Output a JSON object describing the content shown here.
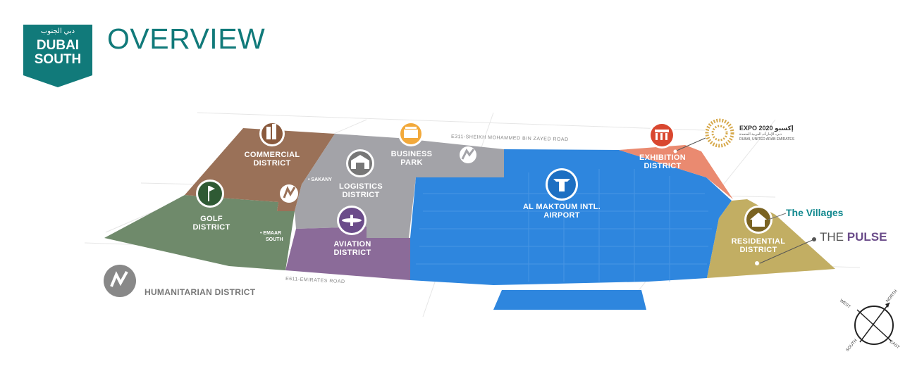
{
  "header": {
    "logo_arabic": "دبي الجنوب",
    "logo_line1": "DUBAI",
    "logo_line2": "SOUTH",
    "title": "OVERVIEW"
  },
  "colors": {
    "brand_teal": "#117a7a",
    "commercial": "#9a7158",
    "golf": "#6f8a6b",
    "logistics": "#a3a3a8",
    "aviation": "#8b6b99",
    "airport": "#2e86de",
    "exhibition": "#ea8a70",
    "residential": "#c2ae63",
    "humanitarian_icon": "#888888"
  },
  "districts": {
    "commercial": "COMMERCIAL DISTRICT",
    "business_park": "BUSINESS PARK",
    "logistics": "LOGISTICS DISTRICT",
    "golf": "GOLF DISTRICT",
    "aviation": "AVIATION DISTRICT",
    "airport": "AL MAKTOUM INTL. AIRPORT",
    "exhibition": "EXHIBITION DISTRICT",
    "residential": "RESIDENTIAL DISTRICT",
    "humanitarian": "HUMANITARIAN DISTRICT"
  },
  "places": {
    "sakany": "SAKANY",
    "emaar_line1": "EMAAR",
    "emaar_line2": "SOUTH"
  },
  "roads": {
    "e311": "E311-SHEIKH MOHAMMED BIN ZAYED ROAD",
    "e611": "E611-EMIRATES ROAD"
  },
  "expo": {
    "line1": "EXPO 2020 إكسبو",
    "line2": "دبي، الإمارات العربية المتحدة",
    "line3": "DUBAI, UNITED ARAB EMIRATES"
  },
  "callouts": {
    "villages": "The Villages",
    "pulse_a": "THE",
    "pulse_b": "PULSE"
  },
  "compass": {
    "north": "NORTH",
    "south": "SOUTH",
    "east": "EAST",
    "west": "WEST"
  },
  "icons": {
    "commercial": "building-icon",
    "business_park": "pavilion-icon",
    "logistics": "warehouse-icon",
    "golf": "golf-flag-icon",
    "aviation": "airplane-icon",
    "airport": "control-tower-icon",
    "exhibition": "exhibition-hall-icon",
    "residential": "house-icon",
    "humanitarian": "hand-icon",
    "expo": "expo-logo-icon"
  }
}
